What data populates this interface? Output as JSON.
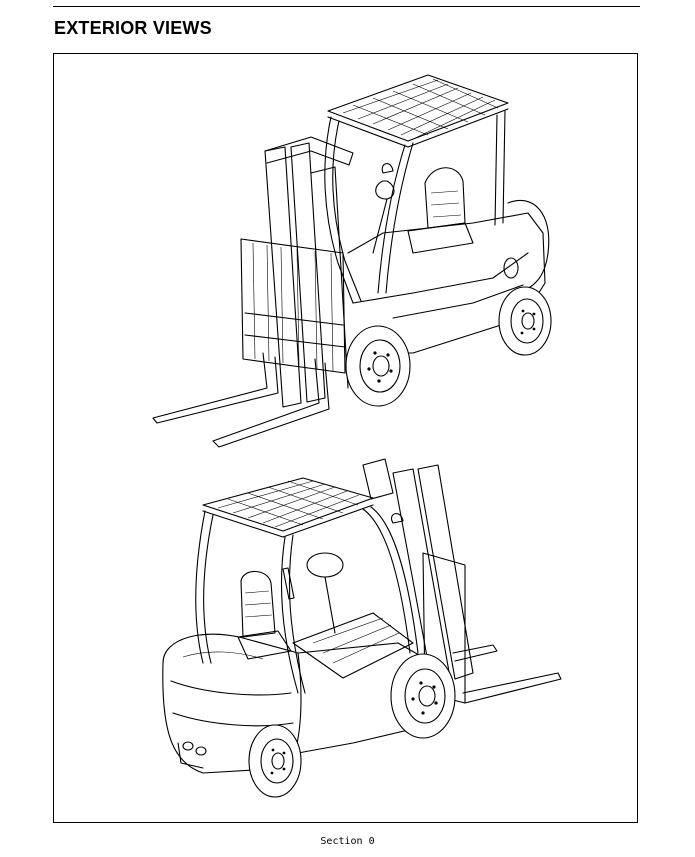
{
  "page": {
    "heading": "EXTERIOR VIEWS",
    "footer": "Section 0"
  },
  "figures": [
    {
      "name": "forklift-front-view"
    },
    {
      "name": "forklift-rear-view"
    }
  ],
  "colors": {
    "ink": "#000000",
    "paper": "#ffffff"
  }
}
